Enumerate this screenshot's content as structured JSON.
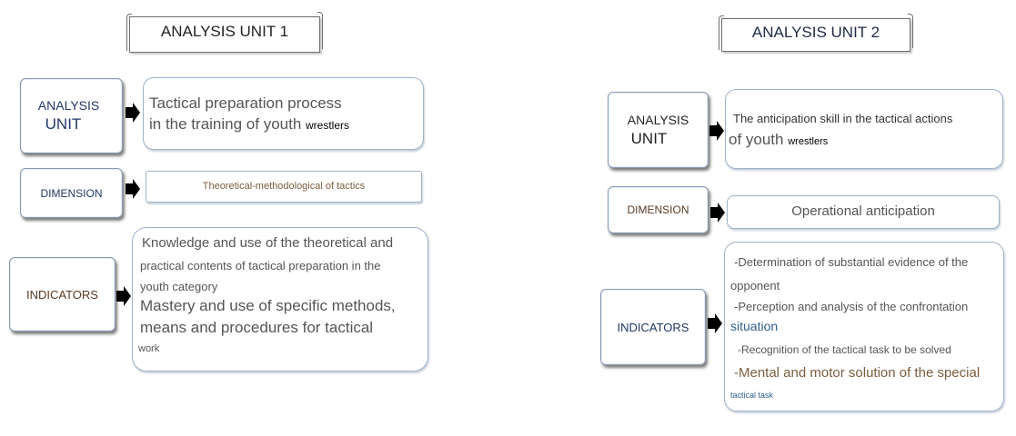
{
  "unit1": {
    "title": "ANALYSIS UNIT 1",
    "analysis_label": [
      "ANALYSIS",
      "UNIT"
    ],
    "analysis_text": [
      "Tactical preparation process",
      "in the training of youth",
      "wrestlers"
    ],
    "dimension_label": "DIMENSION",
    "dimension_text": "Theoretical-methodological of tactics",
    "indicators_label": "INDICATORS",
    "indicators_text": [
      "Knowledge and use of the theoretical and",
      "practical contents of tactical preparation in the",
      "youth category",
      "Mastery and use of specific methods,",
      "means and procedures for tactical",
      "work"
    ]
  },
  "unit2": {
    "title": "ANALYSIS UNIT 2",
    "analysis_label": [
      "ANALYSIS",
      "UNIT"
    ],
    "analysis_text": [
      "The anticipation skill in the tactical actions",
      "of youth",
      "wrestlers"
    ],
    "dimension_label": "DIMENSION",
    "dimension_text": "Operational anticipation",
    "indicators_label": "INDICATORS",
    "indicators_text": [
      "-Determination of substantial evidence of the",
      "opponent",
      "-Perception and analysis of the confrontation",
      "situation",
      "-Recognition of the tactical task to be solved",
      "-Mental and motor solution of the special",
      "tactical task"
    ]
  },
  "colors": {
    "label_text_navy": "#1f3864",
    "label_text_brown": "#5a3a22",
    "body_text_gray": "#555555",
    "brown_text": "#7a5c3e",
    "blue_text": "#2f5f8f",
    "box_border": "#9fb2c9"
  }
}
